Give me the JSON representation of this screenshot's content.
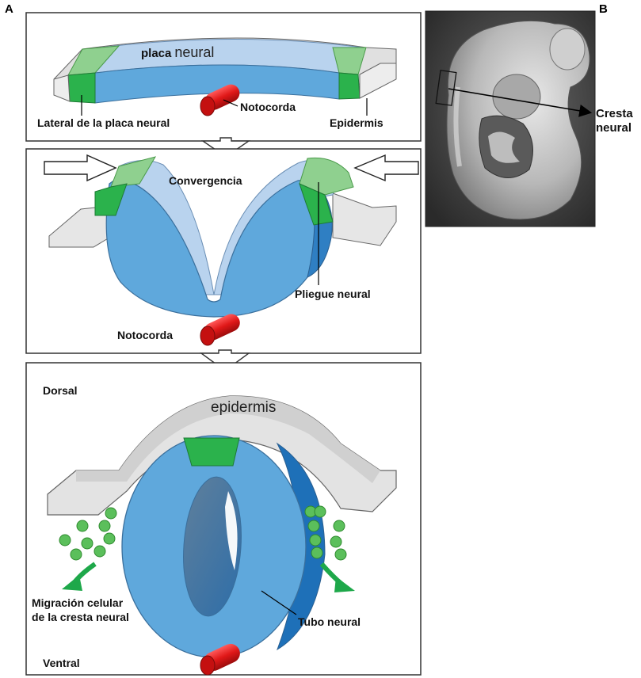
{
  "panel_a": {
    "letter": "A",
    "stage1": {
      "plate_bold": "placa",
      "plate_rest": "neural",
      "notochord": "Notocorda",
      "lateral": "Lateral de la placa neural",
      "epidermis": "Epidermis"
    },
    "stage2": {
      "convergence": "Convergencia",
      "fold": "Pliegue neural",
      "notochord": "Notocorda"
    },
    "stage3": {
      "dorsal": "Dorsal",
      "ventral": "Ventral",
      "epidermis": "epidermis",
      "migration_line1": "Migración celular",
      "migration_line2": "de la cresta neural",
      "tube": "Tubo neural"
    }
  },
  "panel_b": {
    "letter": "B",
    "crest_line1": "Cresta",
    "crest_line2": "neural"
  },
  "colors": {
    "neural_blue": "#5fa8dc",
    "neural_light": "#b9d3ee",
    "crest_green": "#2bb24c",
    "crest_light": "#8fd08f",
    "epidermis_gray": "#d9d9d9",
    "notochord_red": "#d61e1e"
  }
}
